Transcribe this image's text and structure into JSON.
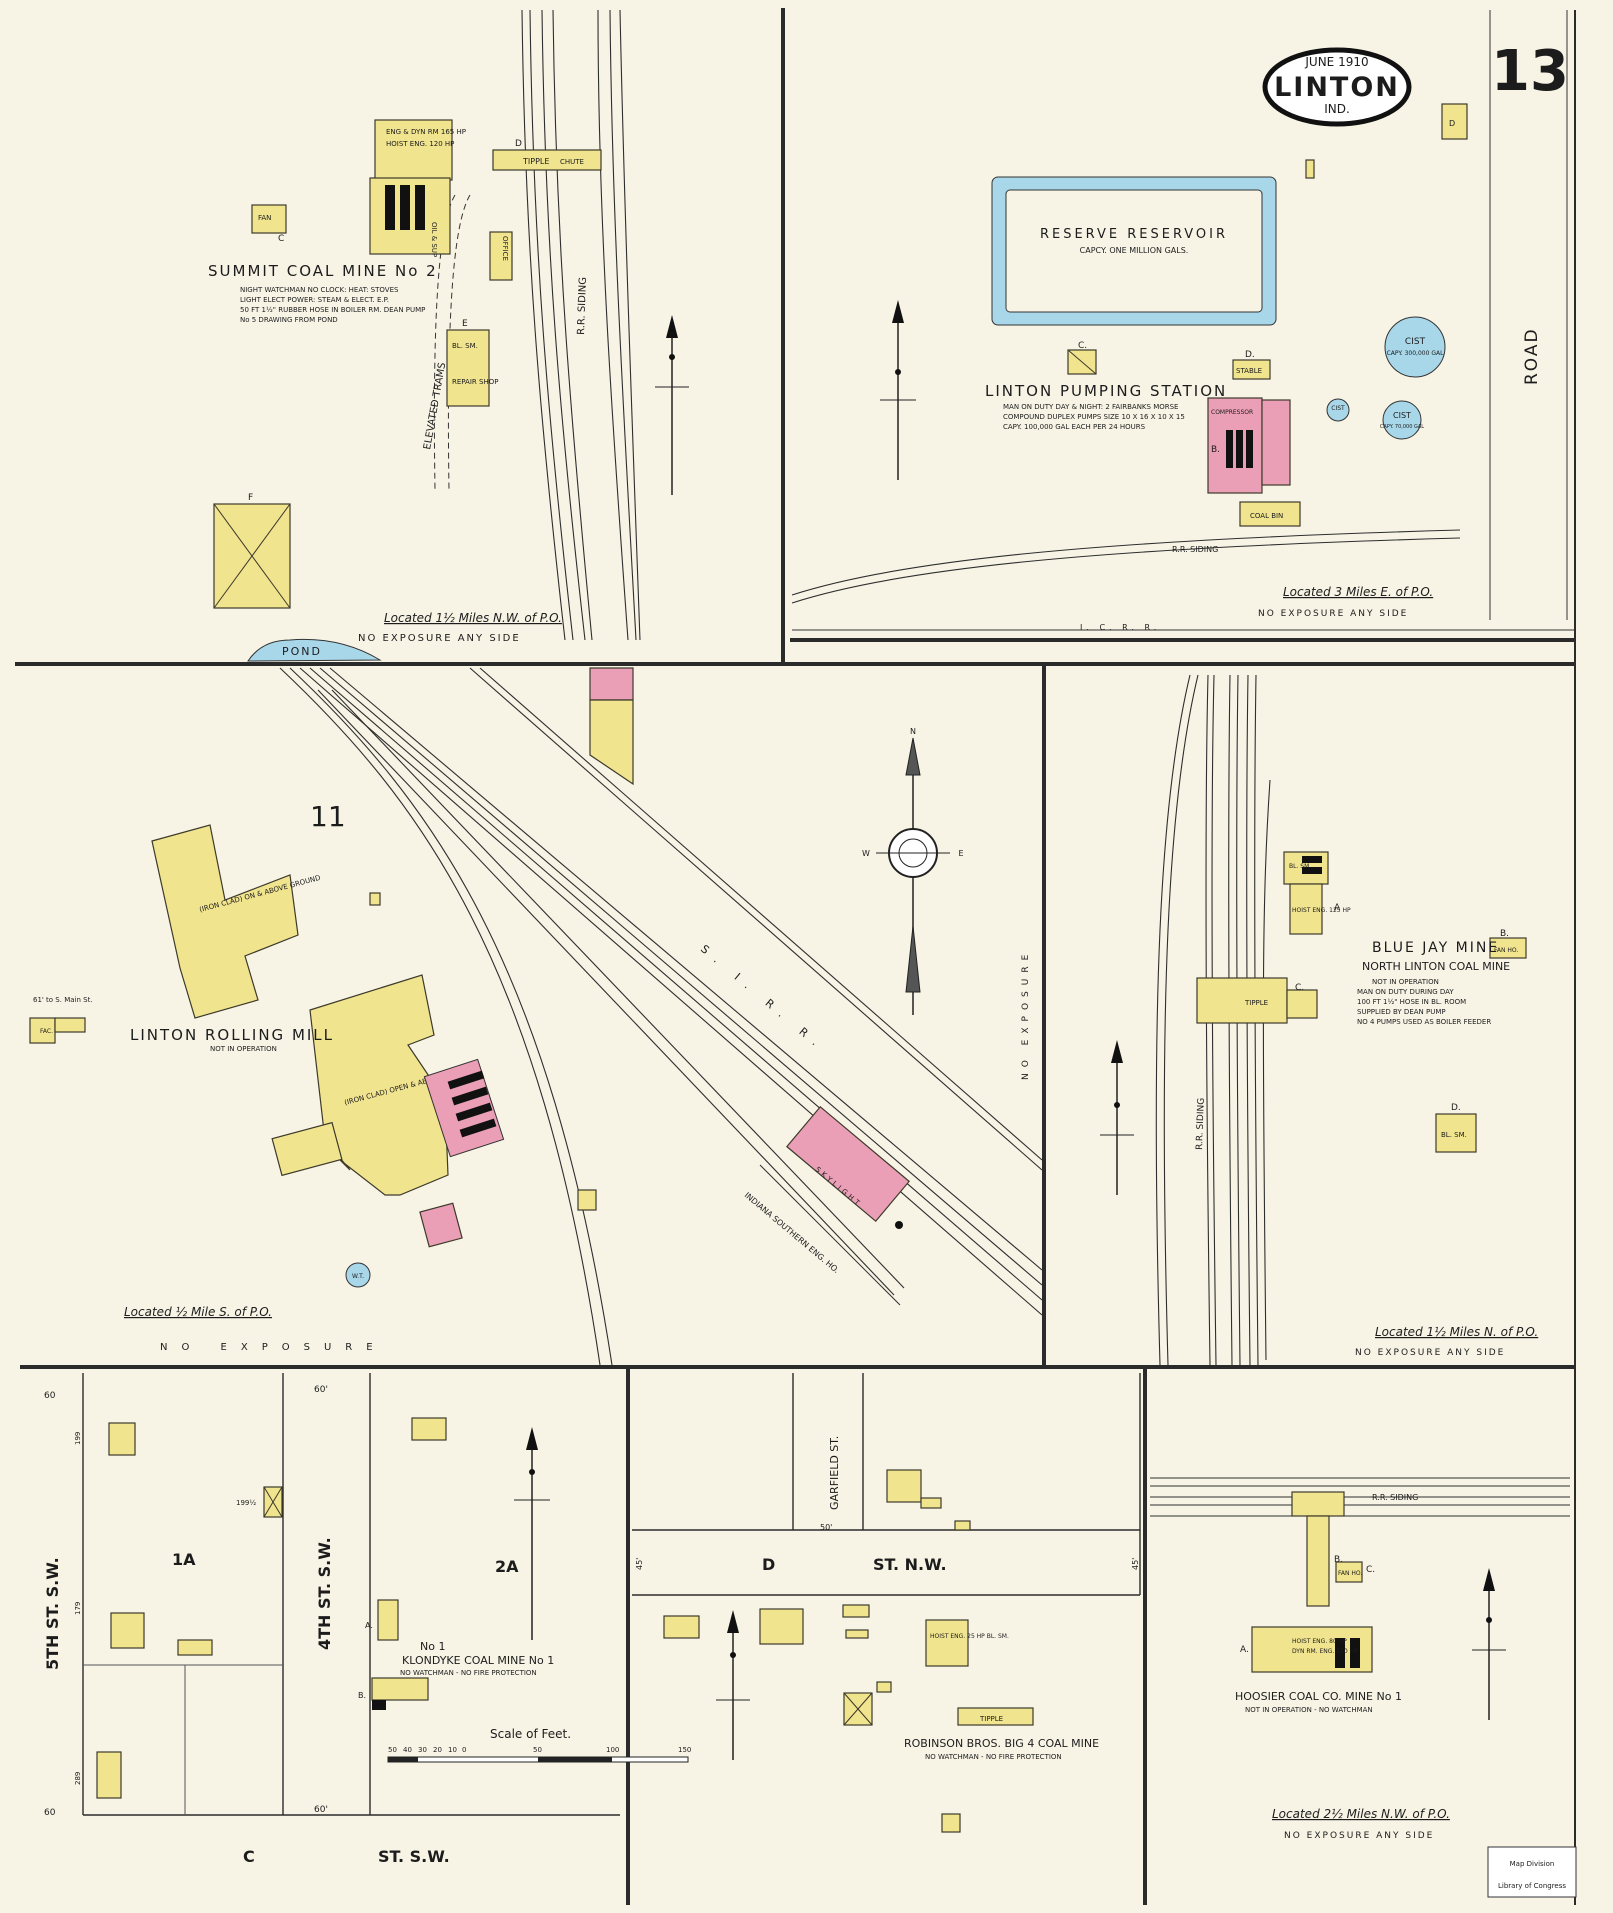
{
  "header": {
    "date": "JUNE 1910",
    "town": "LINTON",
    "state": "IND.",
    "sheet_number": "13"
  },
  "panels": {
    "summit": {
      "title": "SUMMIT COAL MINE No 2",
      "notes": [
        "NIGHT WATCHMAN NO CLOCK: HEAT: STOVES",
        "LIGHT ELECT POWER: STEAM & ELECT. E.P.",
        "50 FT 1½\" RUBBER HOSE IN BOILER RM. DEAN PUMP",
        "No 5 DRAWING FROM POND"
      ],
      "location": "Located 1½ Miles N.W. of P.O.",
      "exposure": "NO EXPOSURE ANY SIDE",
      "siding": "R.R. SIDING",
      "tramway": "ELEVATED TRAMS",
      "tipple": "TIPPLE",
      "chute": "CHUTE",
      "engine": "ENG & DYN RM 165 HP",
      "hoist": "HOIST ENG. 120 HP",
      "office": "OFFICE",
      "bl_sm": "BL. SM.",
      "shop": "REPAIR SHOP",
      "oil": "OIL & SUP",
      "fan": "FAN",
      "pond": "POND"
    },
    "pumping": {
      "reservoir_title": "RESERVE RESERVOIR",
      "reservoir_cap": "CAPCY. ONE MILLION GALS.",
      "title": "LINTON PUMPING STATION",
      "notes": [
        "MAN ON DUTY DAY & NIGHT: 2 FAIRBANKS MORSE",
        "COMPOUND DUPLEX PUMPS SIZE 10 X 16 X 10 X 15",
        "CAPY. 100,000 GAL EACH PER 24 HOURS"
      ],
      "location": "Located 3 Miles E. of P.O.",
      "exposure": "NO EXPOSURE ANY SIDE",
      "siding": "R.R. SIDING",
      "railroad": "I. C. R. R.",
      "road": "ROAD",
      "cist1": "CIST",
      "cist1_cap": "CAPY. 300,000 GAL",
      "cist2": "CIST",
      "cist2_cap": "CAPY. 70,000 GAL",
      "cist3": "CIST",
      "stable": "STABLE",
      "coal_bin": "COAL BIN",
      "compressor": "COMPRESSOR"
    },
    "rolling": {
      "sheet_ref": "11",
      "title": "LINTON ROLLING MILL",
      "status": "NOT IN OPERATION",
      "location": "Located ½ Mile S. of P.O.",
      "exposure": "NO EXPOSURE",
      "iron_clad1": "(IRON CLAD) ON & ABOVE GROUND",
      "iron_clad2": "(IRON CLAD) OPEN & ABOVE GROUND",
      "railroad": "S. I. R. R.",
      "eng_house": "INDIANA SOUTHERN ENG. HO.",
      "skylight": "SKYLIGHT",
      "no_exposure_vert": "NO EXPOSURE",
      "main_st": "61' to S. Main St.",
      "fac": "FAC.",
      "wt": "W.T.",
      "compass_n": "N",
      "compass_e": "E",
      "compass_w": "W"
    },
    "bluejay": {
      "title": "BLUE JAY MINE",
      "subtitle": "NORTH LINTON COAL MINE",
      "notes": [
        "NOT IN OPERATION",
        "MAN ON DUTY DURING DAY",
        "100 FT 1½\" HOSE IN BL. ROOM",
        "SUPPLIED BY DEAN PUMP",
        "NO 4 PUMPS USED AS BOILER FEEDER"
      ],
      "location": "Located 1½ Miles N. of P.O.",
      "exposure": "NO EXPOSURE ANY SIDE",
      "siding": "R.R. SIDING",
      "tipple": "TIPPLE",
      "hoist": "HOIST ENG. 125 HP",
      "bl_sm": "BL. SM.",
      "fan": "FAN HO."
    },
    "klondyke": {
      "street_5th": "5TH ST. S.W.",
      "street_4th": "4TH ST. S.W.",
      "street_c": "C",
      "street_st": "ST. S.W.",
      "block1": "1A",
      "block2": "2A",
      "title_no": "No 1",
      "title": "KLONDYKE COAL MINE No 1",
      "notes": "NO WATCHMAN - NO FIRE PROTECTION",
      "scale": "Scale of Feet.",
      "scale_ticks": [
        "50",
        "40",
        "30",
        "20",
        "10",
        "0",
        "50",
        "100",
        "150"
      ],
      "dim_60a": "60",
      "dim_60b": "60",
      "dim_60c": "60'",
      "dim_60d": "60'",
      "lot_199": "199",
      "lot_179": "179",
      "lot_289": "289",
      "lot_199b": "199½"
    },
    "robinson": {
      "garfield": "GARFIELD ST.",
      "street_d": "D",
      "street_st": "ST. N.W.",
      "title": "ROBINSON BROS. BIG 4 COAL MINE",
      "notes": "NO WATCHMAN - NO FIRE PROTECTION",
      "tipple": "TIPPLE",
      "hoist": "HOIST ENG. 25 HP BL. SM.",
      "dim_45a": "45'",
      "dim_45b": "45'",
      "dim_50": "50'"
    },
    "hoosier": {
      "title": "HOOSIER COAL CO. MINE No 1",
      "notes": "NOT IN OPERATION - NO WATCHMAN",
      "location": "Located 2½ Miles N.W. of P.O.",
      "exposure": "NO EXPOSURE ANY SIDE",
      "siding": "R.R. SIDING",
      "hoist": "HOIST ENG. 80 HP",
      "dyn": "DYN RM. ENG. 150 HP",
      "fan": "FAN HO."
    }
  },
  "stamp": {
    "line1": "Map Division",
    "line2": "Library of Congress"
  },
  "colors": {
    "frame_vs_adobe": "#f1e48f",
    "brick": "#ea9fb6",
    "water": "#a9d7ea",
    "paper": "#f7f4e6"
  }
}
